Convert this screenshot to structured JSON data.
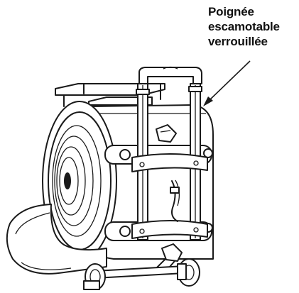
{
  "callout": {
    "lines": [
      "Poignée",
      "escamotable",
      "verrouillée"
    ]
  },
  "colors": {
    "ink": "#1a1a1a",
    "background": "#ffffff"
  }
}
